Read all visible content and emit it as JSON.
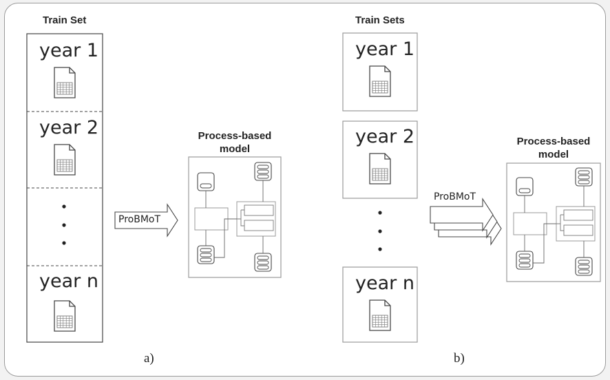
{
  "panel_a": {
    "header": "Train Set",
    "years": [
      "year 1",
      "year 2",
      "year n"
    ],
    "arrow_label": "ProBMoT",
    "model_title_line1": "Process-based",
    "model_title_line2": "model",
    "caption": "a)"
  },
  "panel_b": {
    "header": "Train Sets",
    "years": [
      "year 1",
      "year 2",
      "year n"
    ],
    "arrow_label": "ProBMoT",
    "model_title_line1": "Process-based",
    "model_title_line2": "model",
    "caption": "b)"
  },
  "colors": {
    "stroke": "#444444",
    "light": "#9a9a9a",
    "grid": "#777777"
  },
  "icons": [
    "document-icon",
    "database-icon",
    "process-box-icon",
    "arrow-icon",
    "ellipsis-dots"
  ]
}
